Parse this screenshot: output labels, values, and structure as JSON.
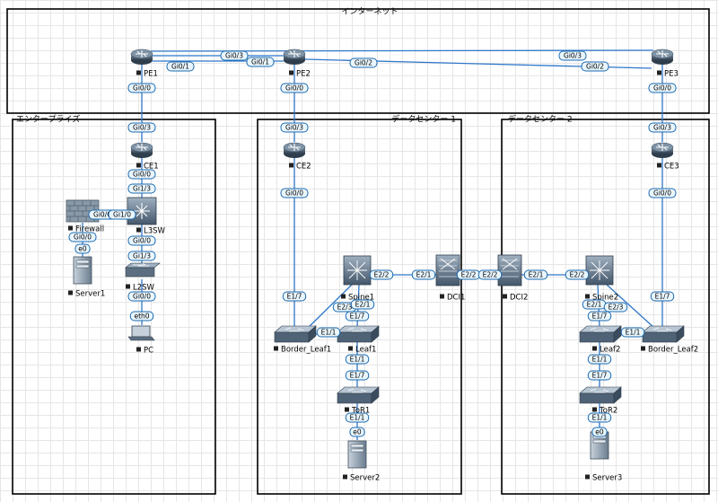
{
  "zones": [
    {
      "id": "internet",
      "title": "インターネット"
    },
    {
      "id": "enterprise",
      "title": "エンタープライズ"
    },
    {
      "id": "dc1",
      "title": "データセンター 1"
    },
    {
      "id": "dc2",
      "title": "データセンター 2"
    }
  ],
  "nodes": [
    {
      "id": "PE1",
      "label": "PE1",
      "kind": "router"
    },
    {
      "id": "PE2",
      "label": "PE2",
      "kind": "router"
    },
    {
      "id": "PE3",
      "label": "PE3",
      "kind": "router"
    },
    {
      "id": "CE1",
      "label": "CE1",
      "kind": "router"
    },
    {
      "id": "CE2",
      "label": "CE2",
      "kind": "router"
    },
    {
      "id": "CE3",
      "label": "CE3",
      "kind": "router"
    },
    {
      "id": "Firewall",
      "label": "Firewall",
      "kind": "firewall"
    },
    {
      "id": "L3SW",
      "label": "L3SW",
      "kind": "l3switch"
    },
    {
      "id": "L2SW",
      "label": "L2SW",
      "kind": "l2switch"
    },
    {
      "id": "Server1",
      "label": "Server1",
      "kind": "server"
    },
    {
      "id": "PC",
      "label": "PC",
      "kind": "pc"
    },
    {
      "id": "Spine1",
      "label": "Spine1",
      "kind": "spine"
    },
    {
      "id": "DCI1",
      "label": "DCI1",
      "kind": "dci"
    },
    {
      "id": "DCI2",
      "label": "DCI2",
      "kind": "dci"
    },
    {
      "id": "Spine2",
      "label": "Spine2",
      "kind": "spine"
    },
    {
      "id": "Border_Leaf1",
      "label": "Border_Leaf1",
      "kind": "nexus"
    },
    {
      "id": "Leaf1",
      "label": "Leaf1",
      "kind": "nexus"
    },
    {
      "id": "ToR1",
      "label": "ToR1",
      "kind": "nexus"
    },
    {
      "id": "Server2",
      "label": "Server2",
      "kind": "server"
    },
    {
      "id": "Leaf2",
      "label": "Leaf2",
      "kind": "nexus"
    },
    {
      "id": "Border_Leaf2",
      "label": "Border_Leaf2",
      "kind": "nexus"
    },
    {
      "id": "ToR2",
      "label": "ToR2",
      "kind": "nexus"
    },
    {
      "id": "Server3",
      "label": "Server3",
      "kind": "server"
    }
  ],
  "links": [
    {
      "a": "PE1",
      "b": "PE2",
      "labels": [
        "Gi0/3",
        "Gi0/1"
      ]
    },
    {
      "a": "PE1",
      "b": "PE2",
      "labels": [
        "Gi0/1"
      ]
    },
    {
      "a": "PE1",
      "b": "PE3",
      "labels": [
        "Gi0/3"
      ]
    },
    {
      "a": "PE2",
      "b": "PE3",
      "labels": [
        "Gi0/2",
        "Gi0/2"
      ]
    },
    {
      "a": "PE1",
      "b": "CE1",
      "labels": [
        "Gi0/0",
        "Gi0/3"
      ]
    },
    {
      "a": "PE2",
      "b": "CE2",
      "labels": [
        "Gi0/0",
        "Gi0/3"
      ]
    },
    {
      "a": "PE3",
      "b": "CE3",
      "labels": [
        "Gi0/0",
        "Gi0/3"
      ]
    },
    {
      "a": "CE1",
      "b": "L3SW",
      "labels": [
        "Gi0/0",
        "Gi1/3"
      ]
    },
    {
      "a": "Firewall",
      "b": "L3SW",
      "labels": [
        "Gi0/0",
        "Gi1/0"
      ]
    },
    {
      "a": "Firewall",
      "b": "Server1",
      "labels": [
        "Gi0/0",
        "e0"
      ]
    },
    {
      "a": "L3SW",
      "b": "L2SW",
      "labels": [
        "Gi0/0",
        "Gi1/3"
      ]
    },
    {
      "a": "L2SW",
      "b": "PC",
      "labels": [
        "Gi0/0",
        "eth0"
      ]
    },
    {
      "a": "CE2",
      "b": "Border_Leaf1",
      "labels": [
        "Gi0/0",
        "E1/7"
      ]
    },
    {
      "a": "Spine1",
      "b": "DCI1",
      "labels": [
        "E2/2",
        "E2/1"
      ]
    },
    {
      "a": "DCI1",
      "b": "DCI2",
      "labels": [
        "E2/2",
        "E2/2"
      ]
    },
    {
      "a": "DCI2",
      "b": "Spine2",
      "labels": [
        "E2/1",
        "E2/2"
      ]
    },
    {
      "a": "Spine1",
      "b": "Border_Leaf1",
      "labels": [
        "E2/3"
      ]
    },
    {
      "a": "Spine1",
      "b": "Leaf1",
      "labels": [
        "E2/1",
        "E1/7"
      ]
    },
    {
      "a": "Border_Leaf1",
      "b": "Leaf1",
      "labels": [
        "E1/1"
      ]
    },
    {
      "a": "Leaf1",
      "b": "ToR1",
      "labels": [
        "E1/1",
        "E1/7"
      ]
    },
    {
      "a": "ToR1",
      "b": "Server2",
      "labels": [
        "E1/1",
        "e0"
      ]
    },
    {
      "a": "CE3",
      "b": "Border_Leaf2",
      "labels": [
        "Gi0/0",
        "E1/7"
      ]
    },
    {
      "a": "Spine2",
      "b": "Leaf2",
      "labels": [
        "E2/1",
        "E1/7"
      ]
    },
    {
      "a": "Spine2",
      "b": "Border_Leaf2",
      "labels": [
        "E2/3"
      ]
    },
    {
      "a": "Leaf2",
      "b": "Border_Leaf2",
      "labels": [
        "E1/1"
      ]
    },
    {
      "a": "Leaf2",
      "b": "ToR2",
      "labels": [
        "E1/1",
        "E1/7"
      ]
    },
    {
      "a": "ToR2",
      "b": "Server3",
      "labels": [
        "E1/1",
        "e0"
      ]
    }
  ],
  "colors": {
    "link": "#2f77c9",
    "port_fill": "#e9f6fd",
    "port_stroke": "#1a69b0",
    "device_dark": "#2f3e4d",
    "device_mid": "#566879",
    "device_light": "#a9b8c6",
    "firewall": "#8a99a8"
  }
}
